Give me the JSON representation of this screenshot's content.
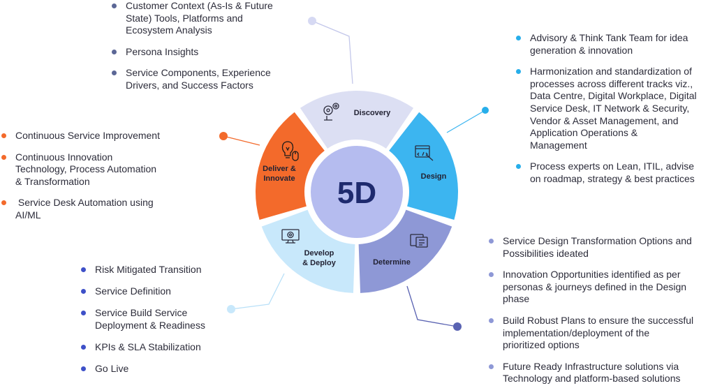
{
  "center_label": "5D",
  "colors": {
    "discovery": "#dcdff3",
    "design": "#3cb5f0",
    "determine": "#8e98d6",
    "develop": "#c8e8fb",
    "deliver": "#f36a2b",
    "center": "#b5bcef",
    "bullet_discovery": "#5c6796",
    "bullet_design": "#27aeea",
    "bullet_determine": "#8e98d6",
    "bullet_develop": "#3e50c8",
    "bullet_deliver": "#f36a2b"
  },
  "segments": {
    "discovery": {
      "label_lines": [
        "Discovery"
      ],
      "icon": "gears-icon"
    },
    "design": {
      "label_lines": [
        "Design"
      ],
      "icon": "code-editor-icon"
    },
    "determine": {
      "label_lines": [
        "Determine"
      ],
      "icon": "document-checklist-icon"
    },
    "develop": {
      "label_lines": [
        "Develop",
        "& Deploy"
      ],
      "icon": "monitor-gear-icon"
    },
    "deliver": {
      "label_lines": [
        "Deliver &",
        "Innovate"
      ],
      "icon": "lightbulb-mouse-icon"
    }
  },
  "lists": {
    "discovery": [
      [
        "Customer Context (As-Is & Future",
        "State) Tools, Platforms and",
        "Ecosystem Analysis"
      ],
      [
        "Persona Insights"
      ],
      [
        "Service Components, Experience",
        "Drivers, and Success Factors"
      ]
    ],
    "design": [
      [
        "Advisory & Think Tank Team for idea",
        "generation & innovation"
      ],
      [
        "Harmonization and standardization of",
        "processes across different tracks viz.,",
        "Data Centre, Digital Workplace, Digital",
        "Service Desk, IT Network & Security,",
        "Vendor & Asset Management, and",
        "Application Operations &",
        "Management"
      ],
      [
        "Process experts on Lean, ITIL, advise",
        "on roadmap, strategy & best practices"
      ]
    ],
    "deliver": [
      [
        "Continuous Service Improvement"
      ],
      [
        "Continuous Innovation",
        "Technology, Process Automation",
        "& Transformation"
      ],
      [
        " Service Desk Automation using",
        "AI/ML"
      ]
    ],
    "develop": [
      [
        "Risk Mitigated Transition"
      ],
      [
        "Service Definition"
      ],
      [
        "Service Build Service",
        "Deployment & Readiness"
      ],
      [
        "KPIs & SLA Stabilization"
      ],
      [
        "Go Live"
      ]
    ],
    "determine": [
      [
        "Service Design Transformation Options and",
        "Possibilities ideated"
      ],
      [
        "Innovation Opportunities identified as per",
        "personas & journeys defined in the Design",
        "phase"
      ],
      [
        "Build Robust Plans to ensure the successful",
        "implementation/deployment of the",
        "prioritized options"
      ],
      [
        "Future Ready Infrastructure solutions via",
        "Technology and platform-based solutions"
      ]
    ]
  }
}
